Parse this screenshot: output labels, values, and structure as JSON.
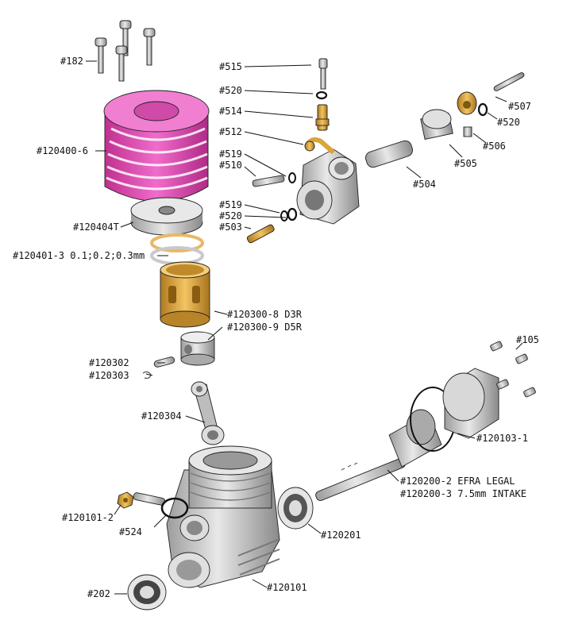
{
  "labels": {
    "p182": "#182",
    "p120400_6": "#120400-6",
    "p120404t": "#120404T",
    "p120401_3": "#120401-3 0.1;0.2;0.3mm",
    "p120300_8": "#120300-8 D3R",
    "p120300_9": "#120300-9 D5R",
    "p120302": "#120302",
    "p120303": "#120303",
    "p120304": "#120304",
    "p120101_2": "#120101-2",
    "p524": "#524",
    "p202": "#202",
    "p120101": "#120101",
    "p120201": "#120201",
    "p120200_2": "#120200-2 EFRA LEGAL",
    "p120200_3": "#120200-3 7.5mm INTAKE",
    "p120103_1": "#120103-1",
    "p105": "#105",
    "p515": "#515",
    "p520a": "#520",
    "p514": "#514",
    "p512": "#512",
    "p519a": "#519",
    "p510": "#510",
    "p519b": "#519",
    "p520b": "#520",
    "p503": "#503",
    "p504": "#504",
    "p505": "#505",
    "p506": "#506",
    "p520c": "#520",
    "p507": "#507"
  },
  "colors": {
    "head": "#e04ab8",
    "sleeve": "#e0a83a",
    "brass": "#d9a43a",
    "metal": "#c8c8c8",
    "ring": "#e8b86a"
  }
}
